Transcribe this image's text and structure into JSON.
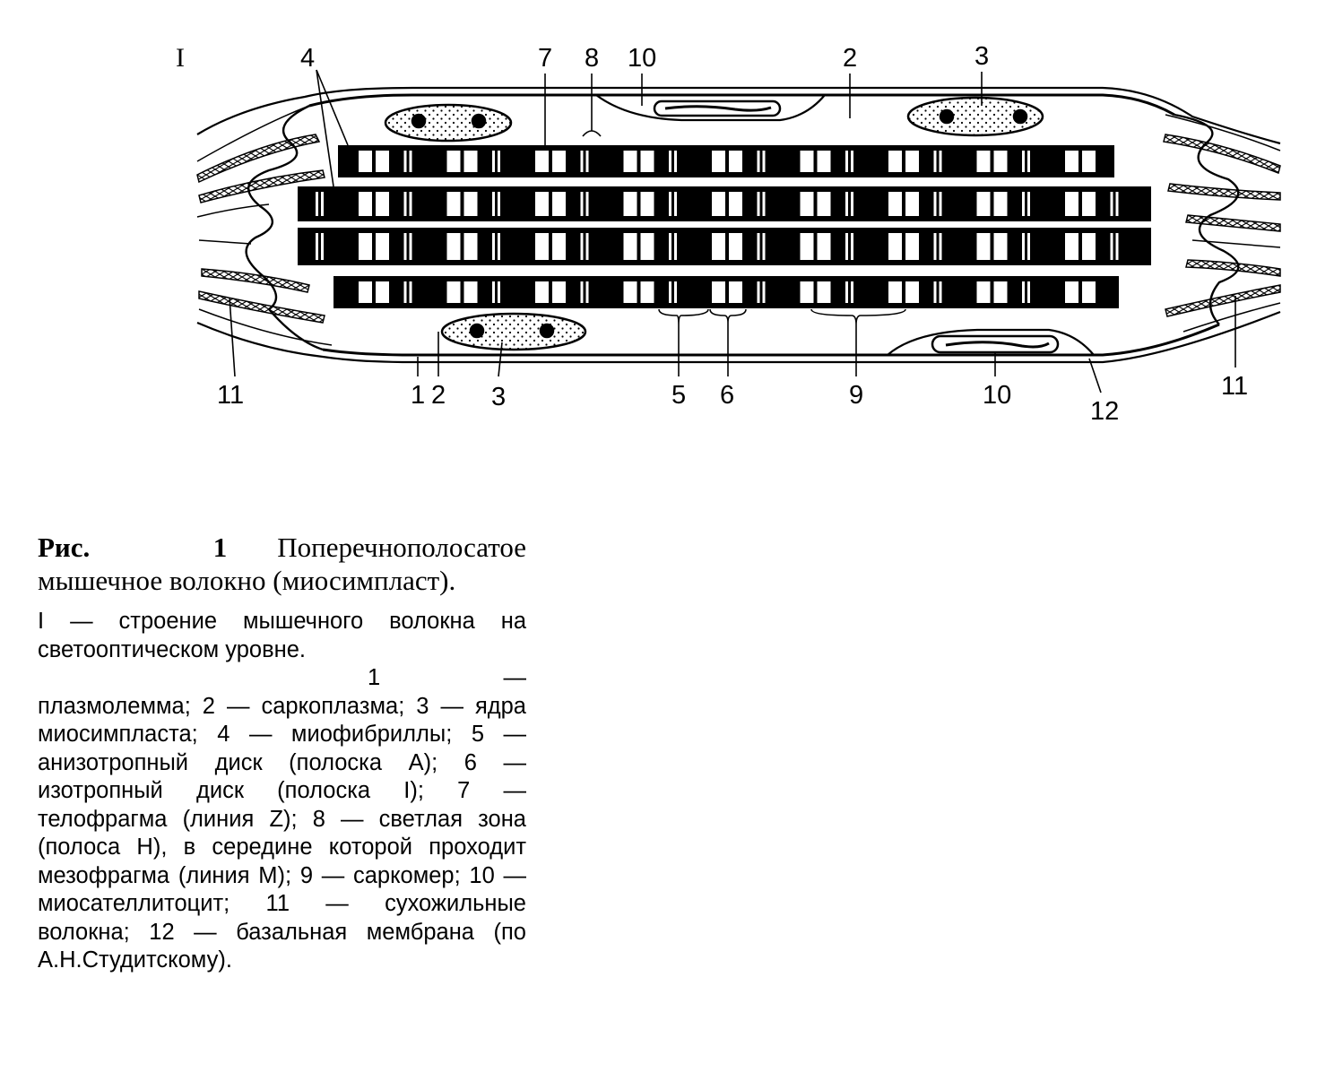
{
  "figure": {
    "labels": {
      "roman_I": "I",
      "l1": "1",
      "l2": "2",
      "l3": "3",
      "l4": "4",
      "l5": "5",
      "l6": "6",
      "l7": "7",
      "l8": "8",
      "l9": "9",
      "l10": "10",
      "l11": "11",
      "l12": "12"
    }
  },
  "caption": {
    "fig_number": "Рис. 1",
    "title": "Поперечнополосатое мышечное волокно (миосимпласт).",
    "para1": "I — строение мышечного волокна на светооптическом уровне.",
    "para2": "1 — плазмолемма; 2 — саркоплазма; 3 — ядра миосимпласта; 4 — миофибриллы; 5 — анизотропный диск (полоска А); 6 — изотропный диск (полоска I); 7 — телофрагма (линия Z); 8 — светлая зона (полоса Н), в середине которой проходит мезофрагма (линия М); 9 — саркомер; 10 — миосателлитоцит; 11 — сухожильные волокна; 12 — базальная мембрана (по А.Н.Студитскому)."
  }
}
